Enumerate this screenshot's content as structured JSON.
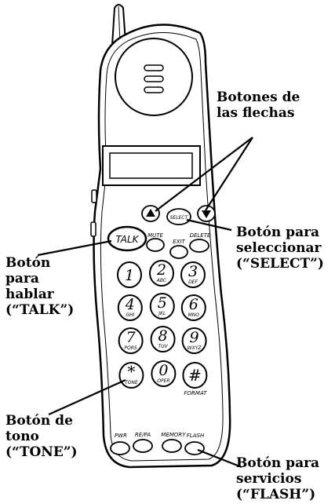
{
  "callouts": {
    "arrows": "Botones de\nlas flechas",
    "select": "Botón para\nseleccionar\n(“SELECT”)",
    "talk": "Botón\npara\nhablar\n(“TALK”)",
    "tone": "Botón de\ntono\n(“TONE”)",
    "flash": "Botón para\nservicios\n(“FLASH”)"
  },
  "buttons": {
    "talk": "TALK",
    "select": "SELECT",
    "mute": "MUTE",
    "exit": "EXIT",
    "delete": "DELETE",
    "format": "FORMAT",
    "pwr": "PWR",
    "redial": "RE/PA",
    "memory": "MEMORY",
    "flash": "FLASH"
  },
  "keypad": [
    {
      "main": "1",
      "sub": ""
    },
    {
      "main": "2",
      "sub": "ABC"
    },
    {
      "main": "3",
      "sub": "DEF"
    },
    {
      "main": "4",
      "sub": "GHI"
    },
    {
      "main": "5",
      "sub": "JKL"
    },
    {
      "main": "6",
      "sub": "MNO"
    },
    {
      "main": "7",
      "sub": "PQRS"
    },
    {
      "main": "8",
      "sub": "TUV"
    },
    {
      "main": "9",
      "sub": "WXYZ"
    },
    {
      "main": "*",
      "sub": "TONE"
    },
    {
      "main": "0",
      "sub": "OPER"
    },
    {
      "main": "#",
      "sub": ""
    }
  ]
}
